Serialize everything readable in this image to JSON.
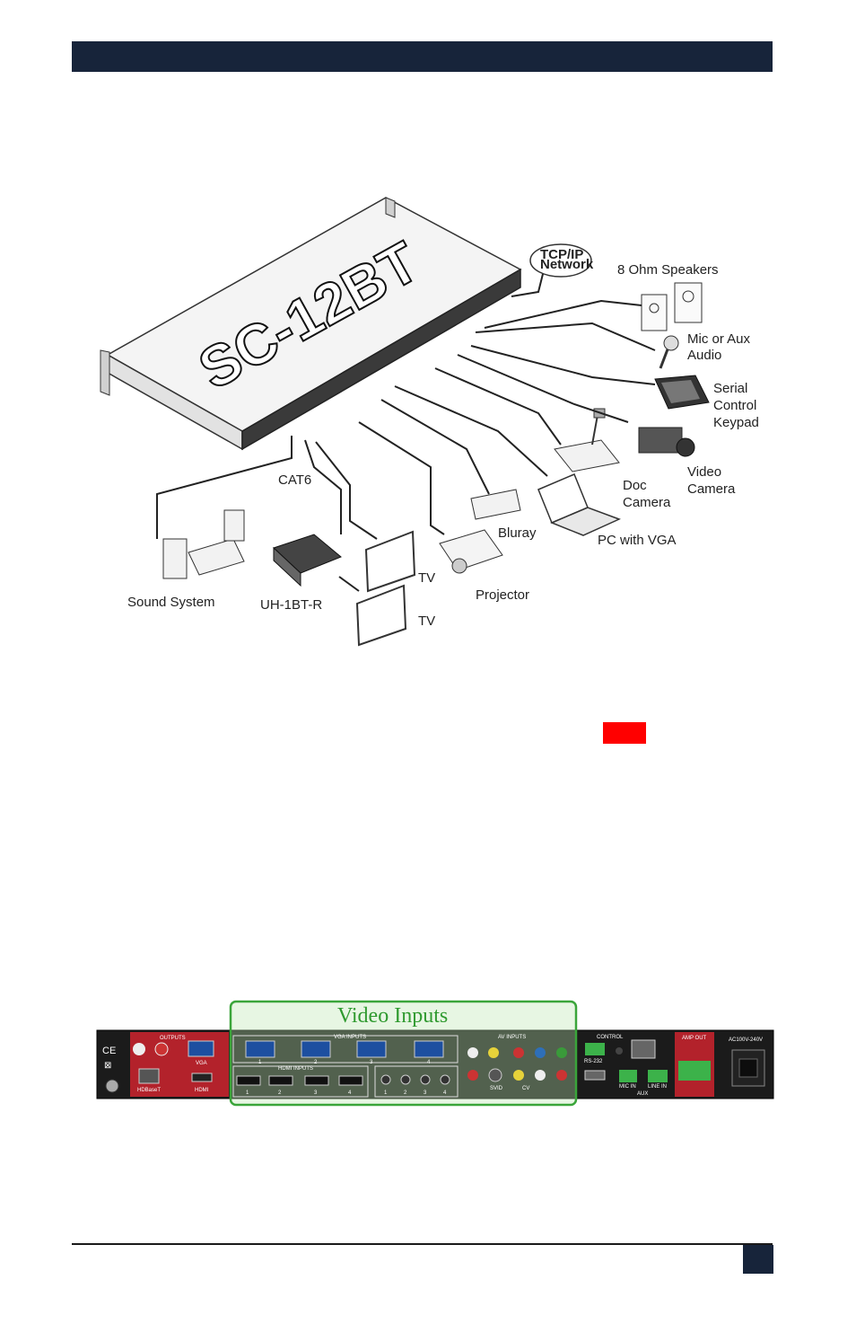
{
  "diagram": {
    "device_label": "SC-12BT",
    "network": [
      "TCP/IP",
      "Network"
    ],
    "labels": {
      "speakers": "8 Ohm Speakers",
      "mic": [
        "Mic or Aux",
        "Audio"
      ],
      "keypad": [
        "Serial",
        "Control",
        "Keypad"
      ],
      "video_camera": [
        "Video",
        "Camera"
      ],
      "doc_camera": [
        "Doc",
        "Camera"
      ],
      "pc": "PC with VGA",
      "bluray": "Bluray",
      "projector": "Projector",
      "tv1": "TV",
      "tv2": "TV",
      "receiver": "UH-1BT-R",
      "cat6": "CAT6",
      "sound": "Sound System"
    }
  },
  "panel": {
    "title": "Video Inputs",
    "sections": {
      "outputs": "OUTPUTS",
      "vga_inputs": "VGA INPUTS",
      "hdmi_inputs": "HDMI INPUTS",
      "av_inputs": "AV INPUTS",
      "control": "CONTROL",
      "amp_out": "AMP OUT",
      "aux": "AUX",
      "power": "AC100V-240V"
    },
    "ports": {
      "vga": "VGA",
      "hdmi": "HDMI",
      "hdbaset": "HDBaseT",
      "rs232": "RS-232",
      "mic_in": "MIC IN",
      "line_in": "LINE IN",
      "svid": "SVID",
      "cv": "CV"
    },
    "vga_nums": [
      "1",
      "2",
      "3",
      "4"
    ],
    "hdmi_nums": [
      "1",
      "2",
      "3",
      "4"
    ],
    "audio_nums": [
      "1",
      "2",
      "3",
      "4"
    ]
  }
}
